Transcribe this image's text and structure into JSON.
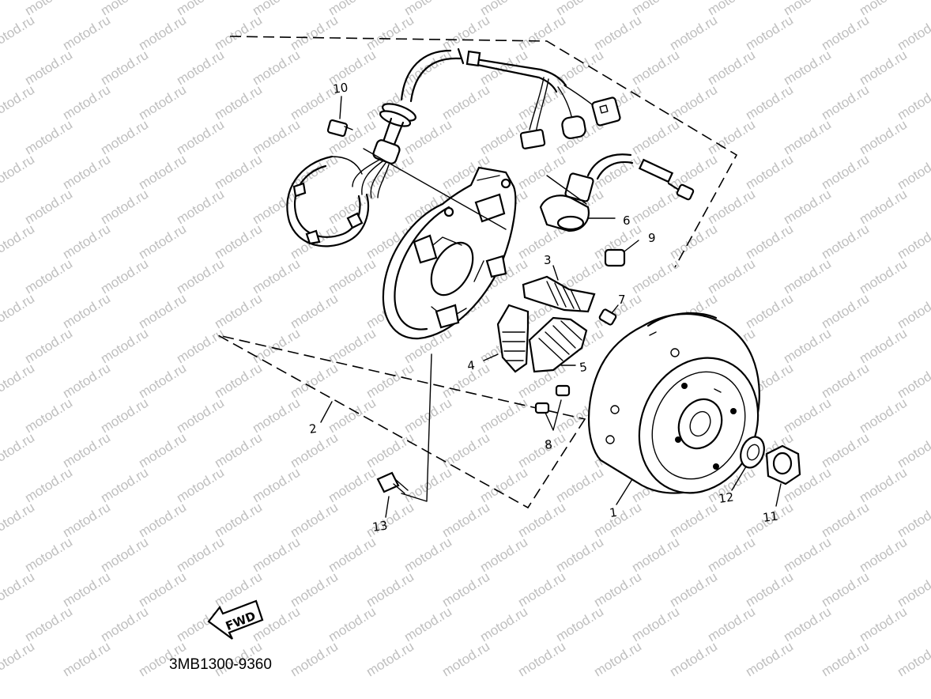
{
  "watermark": {
    "text": "motod.ru",
    "color": "#c0c0c0"
  },
  "callouts": {
    "c1": "1",
    "c2": "2",
    "c3": "3",
    "c4": "4",
    "c5": "5",
    "c6": "6",
    "c7": "7",
    "c8": "8",
    "c9": "9",
    "c10": "10",
    "c11": "11",
    "c12": "12",
    "c13": "13"
  },
  "fwd_label": "FWD",
  "diagram_code": "3MB1300-9360"
}
